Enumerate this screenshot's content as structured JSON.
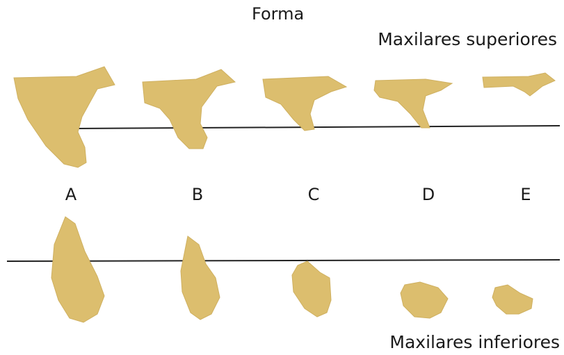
{
  "title": "Forma",
  "upper_label": "Maxilares superiores",
  "lower_label": "Maxilares inferiores",
  "letters": [
    "A",
    "B",
    "C",
    "D",
    "E"
  ],
  "colors": {
    "bone": "#DCBE6E",
    "line": "#222222"
  }
}
